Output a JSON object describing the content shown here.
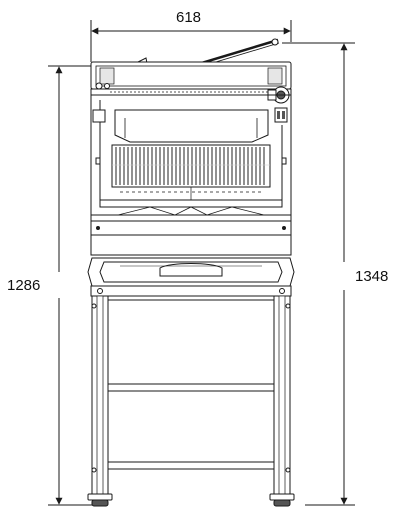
{
  "dimensions": {
    "width": "618",
    "height_stand": "1286",
    "height_total": "1348"
  },
  "colors": {
    "line": "#1a1a1a",
    "blade_dark": "#555555",
    "blade_light": "#cfcfcf",
    "panel": "#ffffff",
    "shade": "#e6e6e6"
  }
}
